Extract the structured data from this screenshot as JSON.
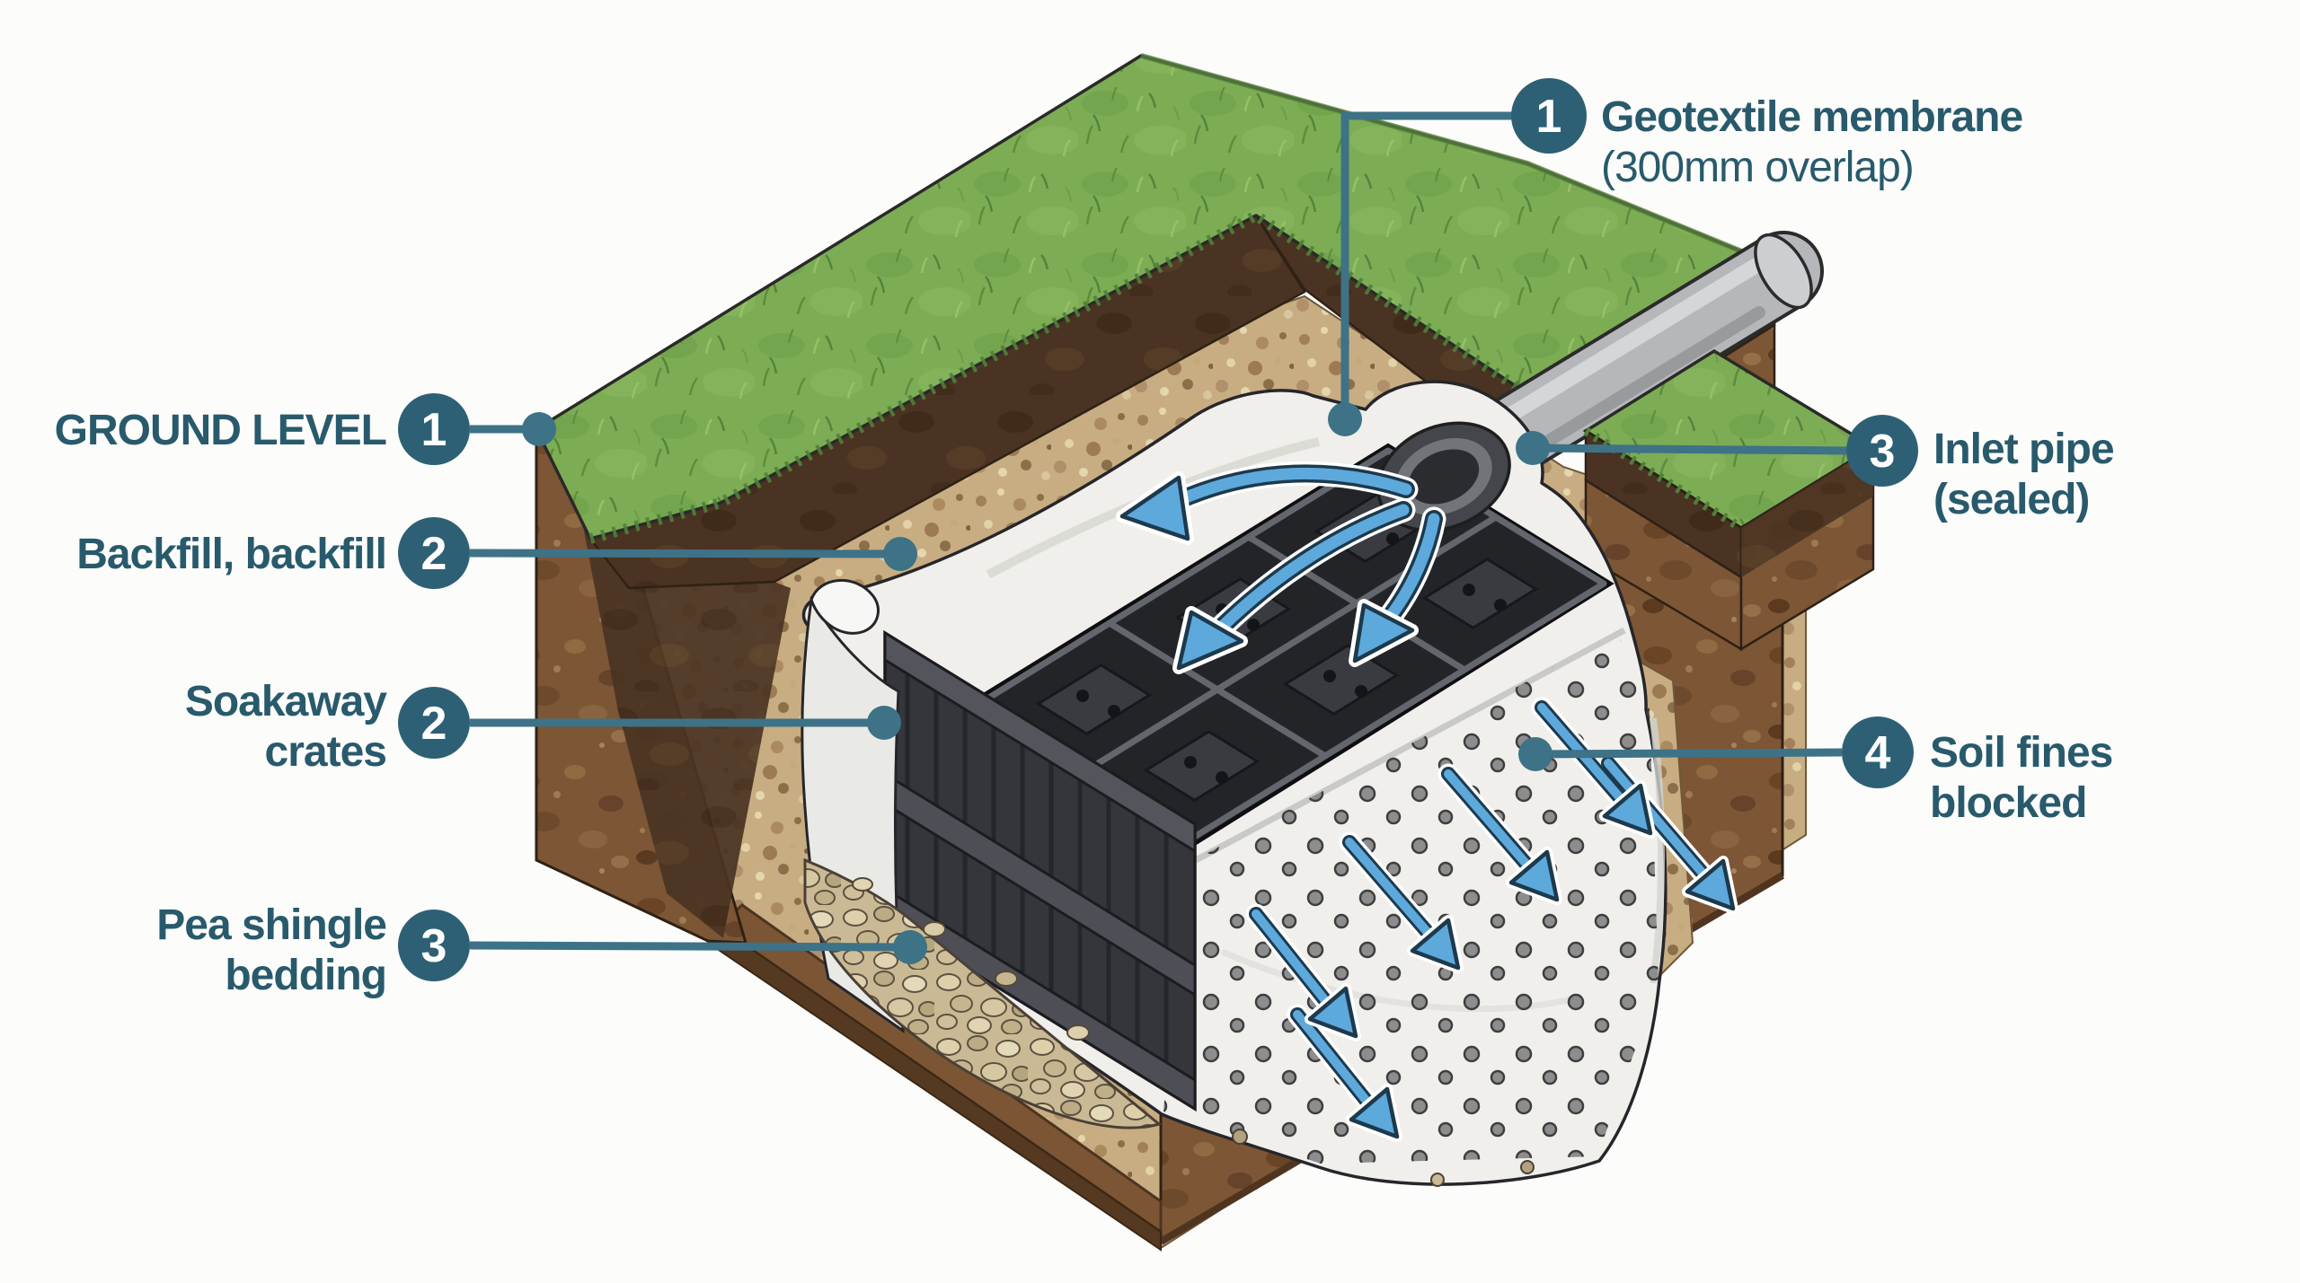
{
  "colors": {
    "label_teal_text": "#285a6c",
    "badge_teal": "#2d6074",
    "leader_teal": "#3d7287",
    "arrow_blue": "#5ea9dc",
    "grass_green": "#7cad55",
    "topsoil_dark": "#4a3322",
    "subsoil_brown": "#7d5636",
    "backfill_tan": "#c8ad82",
    "shingle_tan": "#c9ba95",
    "membrane_white": "#f0efec",
    "crate_charcoal": "#2a2b2f",
    "pipe_grey": "#b6b7ba",
    "background": "#fcfcfb"
  },
  "callouts": {
    "ground_level": {
      "badge": "1",
      "line1": "GROUND LEVEL"
    },
    "backfill": {
      "badge": "2",
      "line1": "Backfill, backfill"
    },
    "soakaway": {
      "badge": "2",
      "line1": "Soakaway",
      "line2": "crates"
    },
    "pea_shingle": {
      "badge": "3",
      "line1": "Pea shingle",
      "line2": "bedding"
    },
    "geotextile": {
      "badge": "1",
      "line1": "Geotextile membrane",
      "line2": "(300mm overlap)"
    },
    "inlet_pipe": {
      "badge": "3",
      "line1": "Inlet pipe",
      "line2": "(sealed)"
    },
    "soil_fines": {
      "badge": "4",
      "line1": "Soil fines",
      "line2": "blocked"
    }
  }
}
